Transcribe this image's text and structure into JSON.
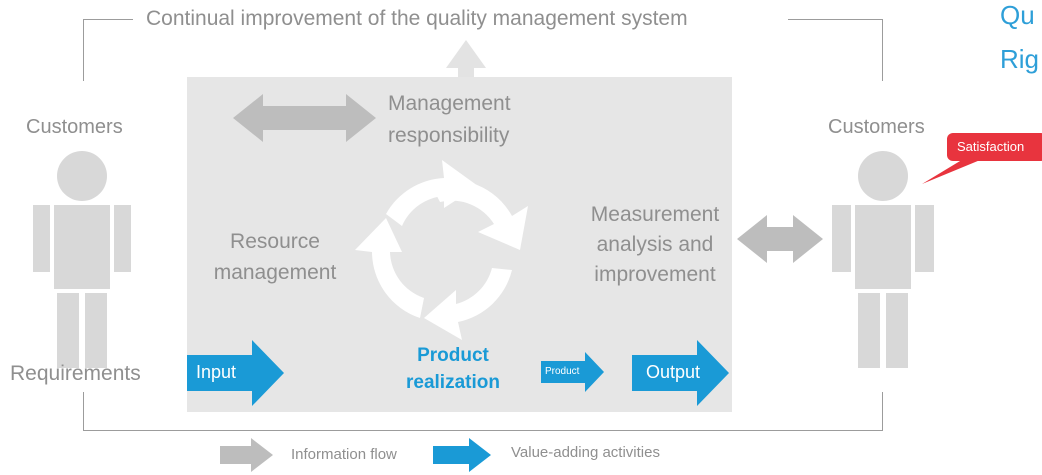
{
  "diagram": {
    "top_label": "Continual improvement of the quality management system",
    "corner_title": {
      "line1": "Qu",
      "line2": "Rig"
    },
    "left_customer": {
      "label": "Customers",
      "requirements": "Requirements"
    },
    "right_customer": {
      "label": "Customers",
      "satisfaction": "Satisfaction"
    },
    "process_box": {
      "management": {
        "line1": "Management",
        "line2": "responsibility"
      },
      "resource": {
        "line1": "Resource",
        "line2": "management"
      },
      "measurement": {
        "line1": "Measurement",
        "line2": "analysis and",
        "line3": "improvement"
      },
      "product_realization": {
        "line1": "Product",
        "line2": "realization"
      },
      "input": "Input",
      "product": "Product",
      "output": "Output"
    },
    "legend": {
      "information_flow": "Information flow",
      "value_adding": "Value-adding activities"
    },
    "colors": {
      "gray_arrow": "#bdbdbd",
      "blue_arrow": "#1a9ad6",
      "box_bg": "#e6e6e6",
      "figure": "#d8d8d8",
      "callout": "#e8343e",
      "title_blue": "#2e9fd8"
    }
  }
}
